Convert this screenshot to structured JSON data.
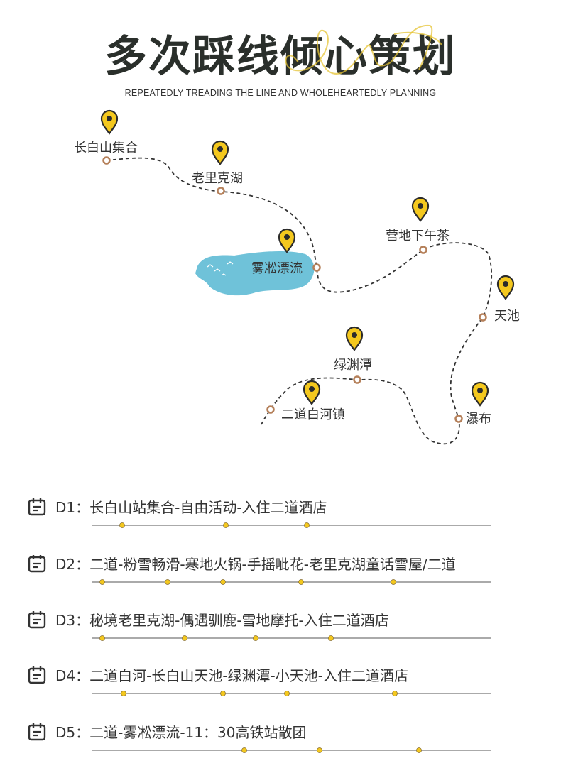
{
  "header": {
    "title": "多次踩线倾心策划",
    "subtitle": "REPEATEDLY TREADING  THE LINE AND WHOLEHEARTEDLY PLANNING"
  },
  "colors": {
    "pin": "#f4c81e",
    "pin_outline": "#2b2b2b",
    "route_dot": "#b5805a",
    "lake": "#6fc2d9",
    "text": "#333333"
  },
  "map": {
    "stops": [
      {
        "name": "长白山集合"
      },
      {
        "name": "老里克湖"
      },
      {
        "name": "雾凇漂流"
      },
      {
        "name": "营地下午茶"
      },
      {
        "name": "天池"
      },
      {
        "name": "绿渊潭"
      },
      {
        "name": "二道白河镇"
      },
      {
        "name": "瀑布"
      }
    ]
  },
  "itinerary": {
    "days": [
      {
        "day": "D1",
        "text": "长白山站集合-自由活动-入住二道酒店"
      },
      {
        "day": "D2",
        "text": "二道-粉雪畅滑-寒地火锅-手摇呲花-老里克湖童话雪屋/二道"
      },
      {
        "day": "D3",
        "text": "秘境老里克湖-偶遇驯鹿-雪地摩托-入住二道酒店"
      },
      {
        "day": "D4",
        "text": "二道白河-长白山天池-绿渊潭-小天池-入住二道酒店"
      },
      {
        "day": "D5",
        "text": "二道-雾凇漂流-11：30高铁站散团"
      }
    ]
  }
}
